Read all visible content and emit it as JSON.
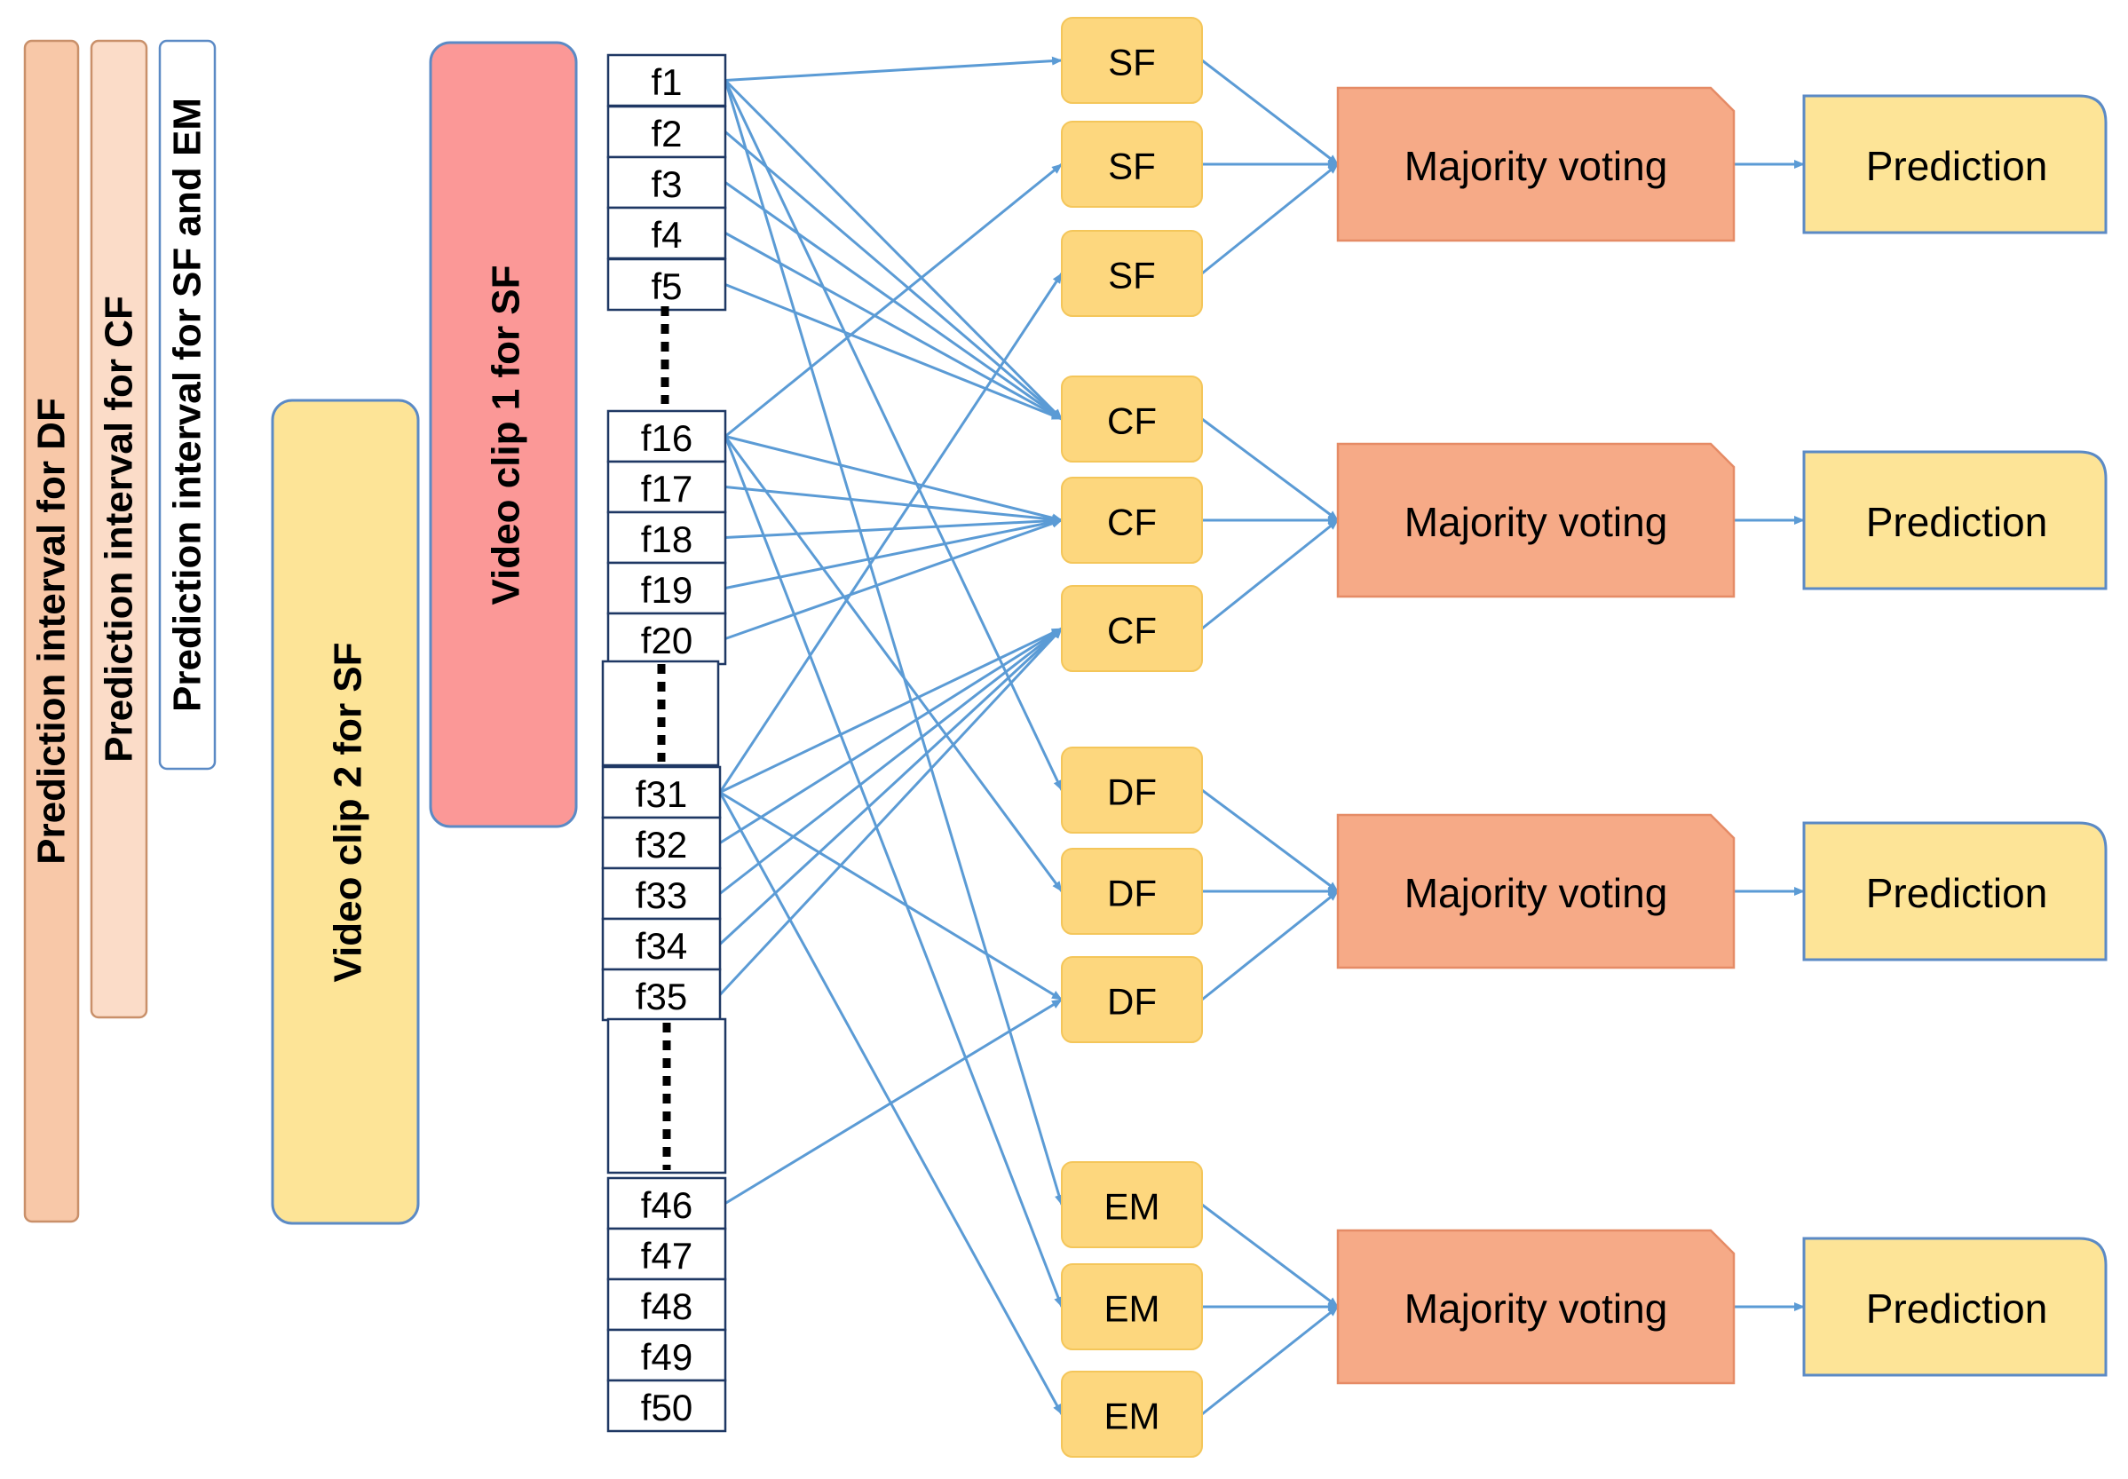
{
  "interval_bars": [
    {
      "label": "Prediction interval for DF",
      "fill": "#F8C8A8",
      "stroke": "#C9906A"
    },
    {
      "label": "Prediction interval for CF",
      "fill": "#FBDCC8",
      "stroke": "#C9906A"
    },
    {
      "label": "Prediction interval for SF and EM",
      "fill": "#FFFFFF",
      "stroke": "#5B8AC5"
    }
  ],
  "clips": [
    {
      "label": "Video clip 2 for SF",
      "fill": "#FDE497",
      "stroke": "#5B8AC5"
    },
    {
      "label": "Video clip 1 for SF",
      "fill": "#FB9897",
      "stroke": "#5B8AC5"
    }
  ],
  "frames": [
    "f1",
    "f2",
    "f3",
    "f4",
    "f5",
    "f16",
    "f17",
    "f18",
    "f19",
    "f20",
    "f31",
    "f32",
    "f33",
    "f34",
    "f35",
    "f46",
    "f47",
    "f48",
    "f49",
    "f50"
  ],
  "classifiers": [
    {
      "group": 0,
      "label": "SF"
    },
    {
      "group": 0,
      "label": "SF"
    },
    {
      "group": 0,
      "label": "SF"
    },
    {
      "group": 1,
      "label": "CF"
    },
    {
      "group": 1,
      "label": "CF"
    },
    {
      "group": 1,
      "label": "CF"
    },
    {
      "group": 2,
      "label": "DF"
    },
    {
      "group": 2,
      "label": "DF"
    },
    {
      "group": 2,
      "label": "DF"
    },
    {
      "group": 3,
      "label": "EM"
    },
    {
      "group": 3,
      "label": "EM"
    },
    {
      "group": 3,
      "label": "EM"
    }
  ],
  "voting_label": "Majority voting",
  "prediction_label": "Prediction",
  "colors": {
    "arrow": "#5B9BD5",
    "classifier_fill": "#FDD77E",
    "classifier_stroke": "#F4C65A",
    "voting_fill": "#F6AA87",
    "voting_stroke": "#E58B66",
    "prediction_fill": "#FDE497",
    "prediction_stroke": "#5B8AC5"
  },
  "connections": [
    [
      "f1",
      0
    ],
    [
      "f1",
      3
    ],
    [
      "f1",
      6
    ],
    [
      "f1",
      9
    ],
    [
      "f2",
      3
    ],
    [
      "f3",
      3
    ],
    [
      "f4",
      3
    ],
    [
      "f5",
      3
    ],
    [
      "f16",
      1
    ],
    [
      "f16",
      4
    ],
    [
      "f16",
      7
    ],
    [
      "f16",
      10
    ],
    [
      "f17",
      4
    ],
    [
      "f18",
      4
    ],
    [
      "f19",
      4
    ],
    [
      "f20",
      4
    ],
    [
      "f31",
      2
    ],
    [
      "f31",
      5
    ],
    [
      "f31",
      8
    ],
    [
      "f31",
      11
    ],
    [
      "f32",
      5
    ],
    [
      "f33",
      5
    ],
    [
      "f34",
      5
    ],
    [
      "f35",
      5
    ],
    [
      "f46",
      8
    ]
  ]
}
